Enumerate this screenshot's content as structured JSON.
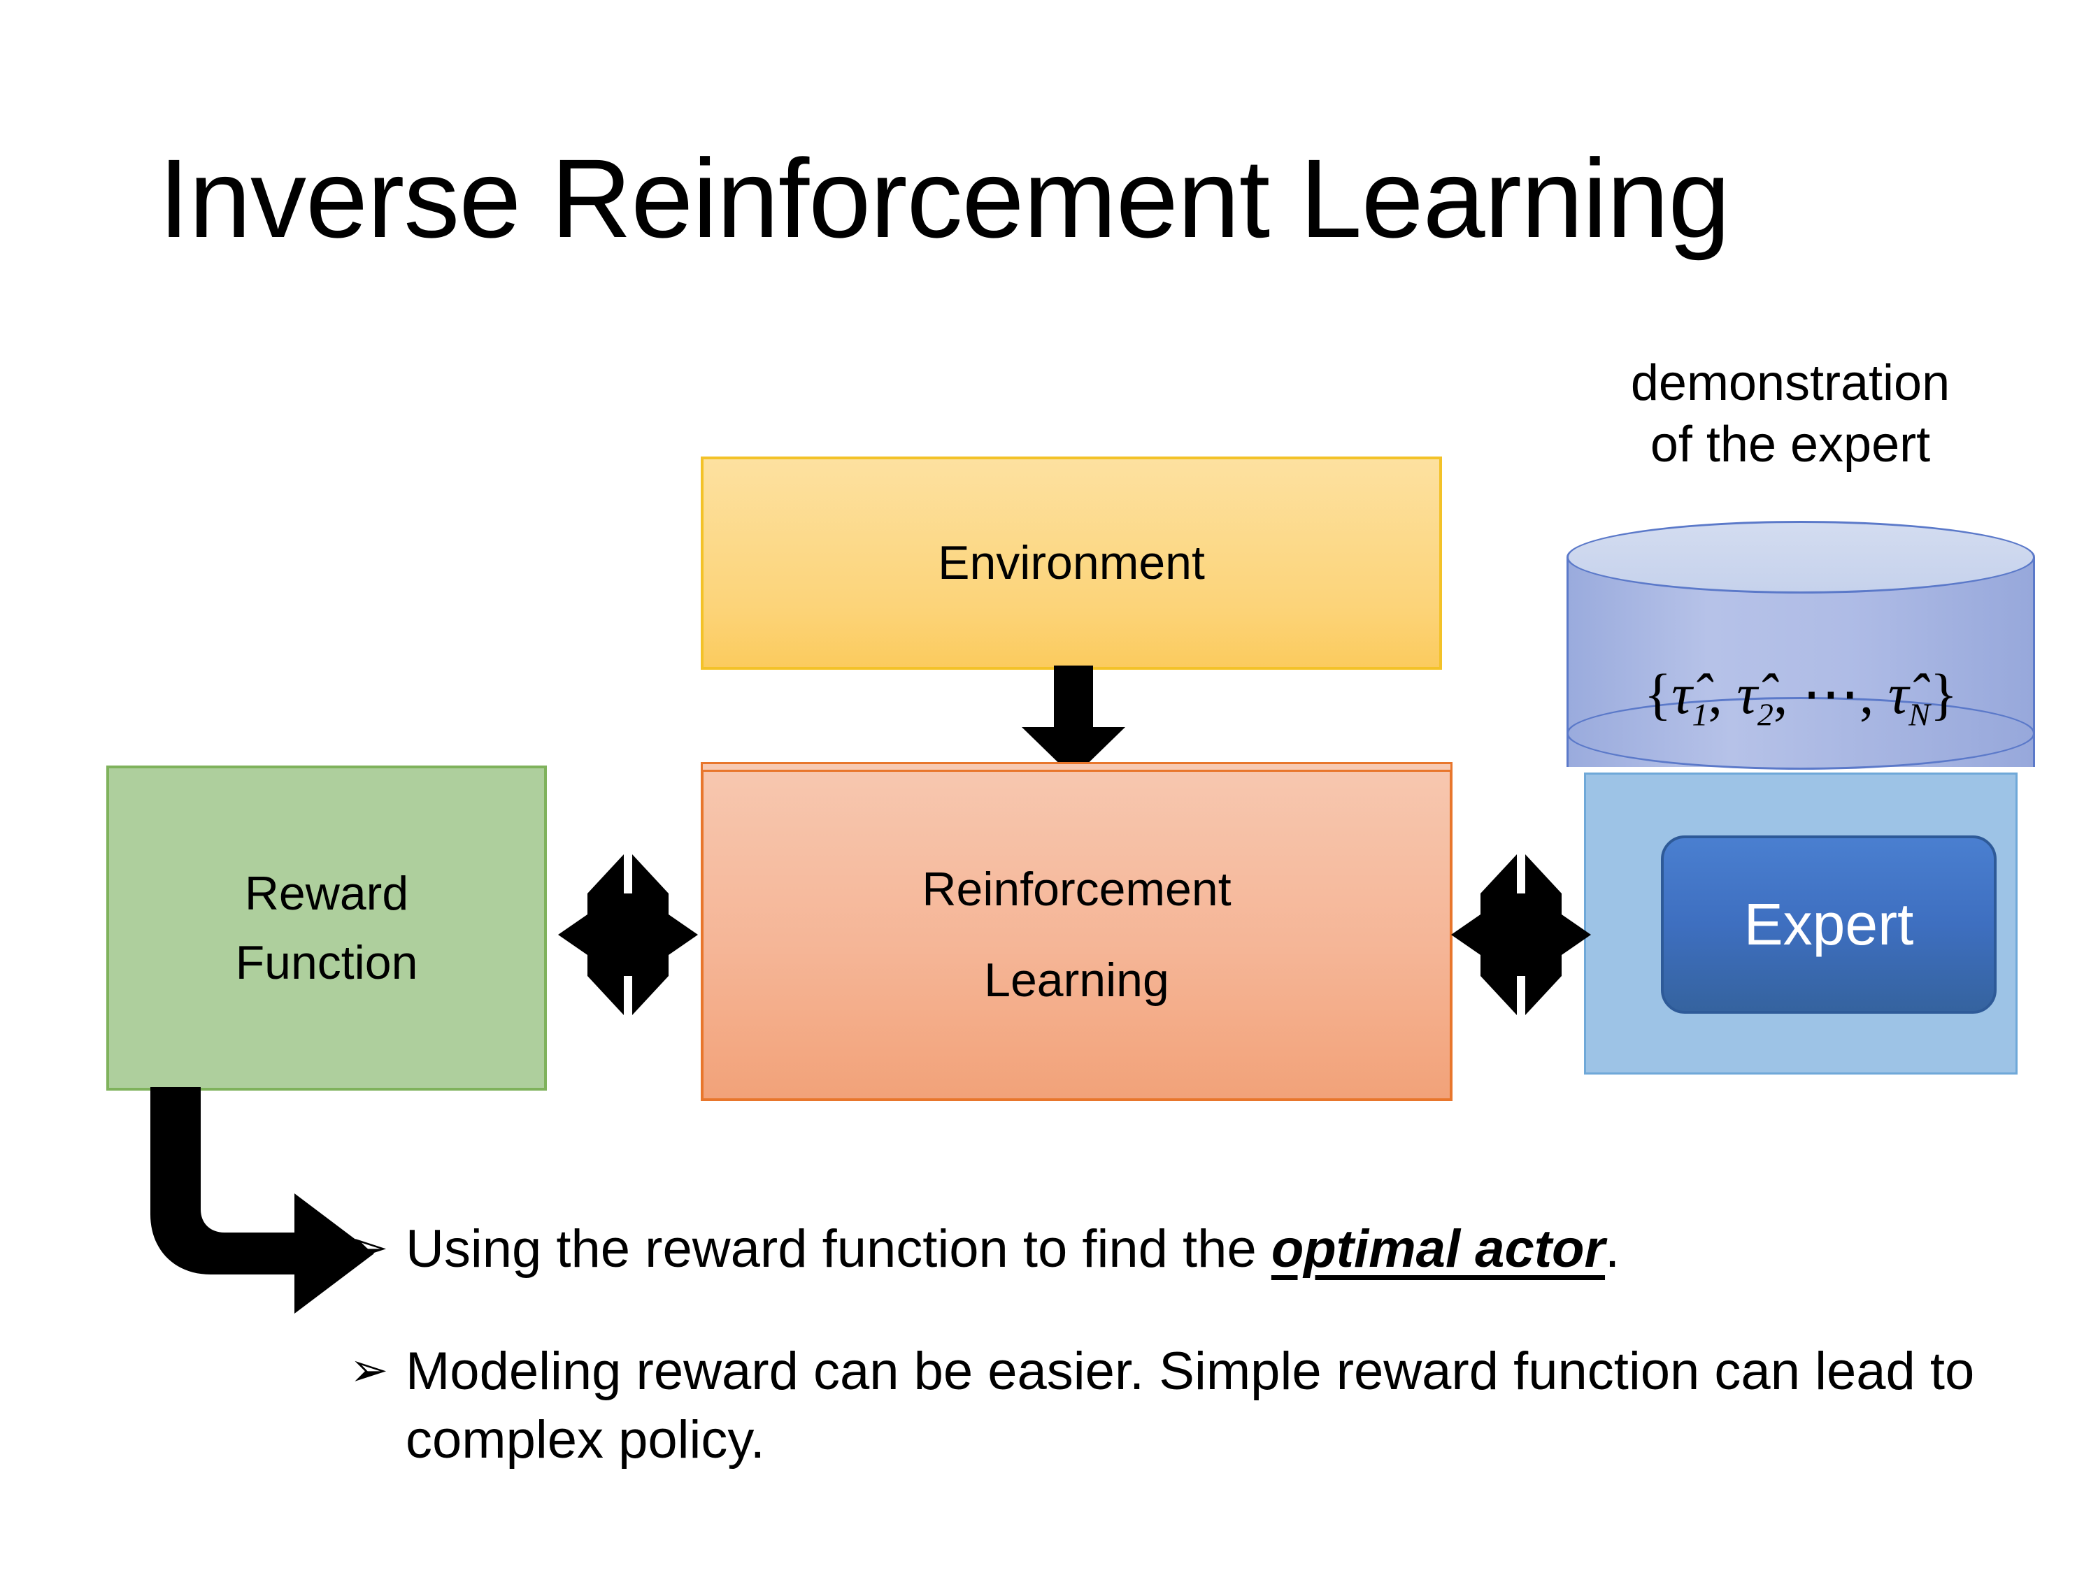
{
  "slide": {
    "title": "Inverse Reinforcement Learning"
  },
  "diagram": {
    "environment": {
      "label": "Environment",
      "fill": "#FCD47A",
      "border": "#F3C228"
    },
    "reinforcement_learning": {
      "label_line1": "Reinforcement",
      "label_line2": "Learning",
      "fill": "#F5B596",
      "border": "#E8762C"
    },
    "reward_function": {
      "label_line1": "Reward",
      "label_line2": "Function",
      "fill": "#AECF9D",
      "border": "#7FB25C"
    },
    "expert_group": {
      "caption_line1": "demonstration",
      "caption_line2": "of the expert",
      "panel_fill": "#9DC3E6",
      "cylinder_fill": "#A8B6E0",
      "cylinder_top_fill": "#D3DCF0",
      "cylinder_border": "#5B79C9",
      "expert_label": "Expert",
      "expert_fill": "#3E6FC0",
      "formula": {
        "open_brace": "{",
        "terms": [
          "τ̂1",
          "τ̂2",
          "⋯",
          "τ̂N"
        ],
        "plain": "{τ̂₁, τ̂₂, ⋯, τ̂ₙ}",
        "close_brace": "}"
      }
    },
    "connectors": {
      "env_to_rl": "down-block-arrow",
      "reward_to_rl": "four-way-arrow",
      "rl_to_expert": "four-way-arrow",
      "reward_to_bullets": "bent-block-arrow",
      "arrow_color": "#000000"
    }
  },
  "bullets": [
    {
      "marker": "➢",
      "prefix": "Using the reward function to find the ",
      "emphasis": "optimal actor",
      "suffix": "."
    },
    {
      "marker": "➢",
      "prefix": "Modeling reward can be easier. Simple reward function can lead to complex policy.",
      "emphasis": "",
      "suffix": ""
    }
  ]
}
